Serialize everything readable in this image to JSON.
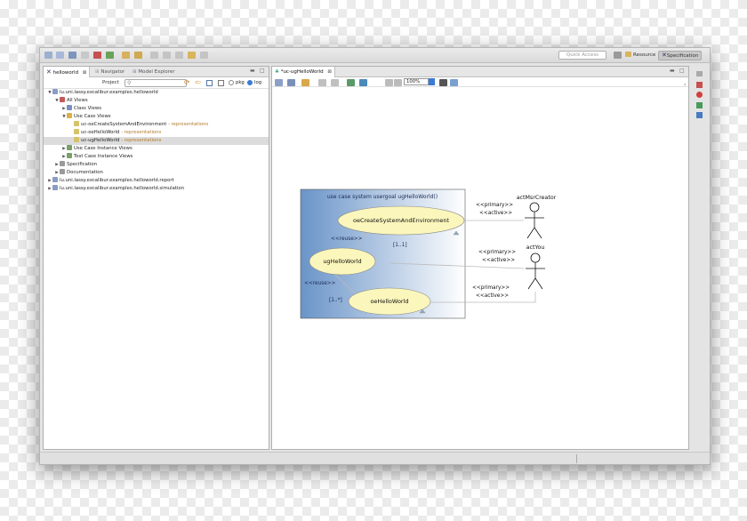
{
  "toolbar": {
    "quick_access_placeholder": "Quick Access",
    "perspectives": [
      {
        "label": "Resource"
      },
      {
        "label": "Specification"
      }
    ]
  },
  "left_pane": {
    "tabs": [
      {
        "label": "helloworld"
      },
      {
        "label": "Navigator"
      },
      {
        "label": "Model Explorer"
      }
    ],
    "filter_label": "Project",
    "radio_options": [
      {
        "label": "pkg"
      },
      {
        "label": "log"
      }
    ],
    "tree": [
      {
        "label": "lu.uni.lassy.excalibur.examples.helloworld",
        "suffix": "",
        "indent": 0,
        "arrow": "down",
        "color": "#8a9cc4"
      },
      {
        "label": "All Views",
        "suffix": "",
        "indent": 1,
        "arrow": "down",
        "color": "#c35a5a"
      },
      {
        "label": "Class Views",
        "suffix": "",
        "indent": 2,
        "arrow": "right",
        "color": "#7a8fbf"
      },
      {
        "label": "Use Case Views",
        "suffix": "",
        "indent": 2,
        "arrow": "down",
        "color": "#d9b04a"
      },
      {
        "label": "uc-oeCreateSystemAndEnvironment",
        "suffix": " - representations",
        "indent": 3,
        "arrow": "",
        "color": "#d6c26a"
      },
      {
        "label": "uc-oeHelloWorld",
        "suffix": " - representations",
        "indent": 3,
        "arrow": "",
        "color": "#d6c26a"
      },
      {
        "label": "uc-ugHelloWorld",
        "suffix": " - representations",
        "indent": 3,
        "arrow": "",
        "color": "#d6c26a",
        "selected": true
      },
      {
        "label": "Use Case Instance Views",
        "suffix": "",
        "indent": 2,
        "arrow": "right",
        "color": "#7aa06a"
      },
      {
        "label": "Test Case Instance Views",
        "suffix": "",
        "indent": 2,
        "arrow": "right",
        "color": "#7aa06a"
      },
      {
        "label": "Specification",
        "suffix": "",
        "indent": 1,
        "arrow": "right",
        "color": "#9a9a9a"
      },
      {
        "label": "Documentation",
        "suffix": "",
        "indent": 1,
        "arrow": "right",
        "color": "#9a9a9a"
      },
      {
        "label": "lu.uni.lassy.excalibur.examples.helloworld.report",
        "suffix": "",
        "indent": 0,
        "arrow": "right",
        "color": "#8a9cc4"
      },
      {
        "label": "lu.uni.lassy.excalibur.examples.helloworld.simulation",
        "suffix": "",
        "indent": 0,
        "arrow": "right",
        "color": "#8a9cc4"
      }
    ]
  },
  "editor": {
    "tab_label": "*uc-ugHelloWorld",
    "zoom": "100%"
  },
  "diagram": {
    "system_title": "use case system usergoal ugHelloWorld()",
    "use_cases": [
      {
        "name": "oeCreateSystemAndEnvironment"
      },
      {
        "name": "ugHelloWorld"
      },
      {
        "name": "oeHelloWorld"
      }
    ],
    "actors": [
      {
        "name": "actMsrCreator"
      },
      {
        "name": "actYou"
      }
    ],
    "labels": {
      "reuse_1": "<<reuse>>",
      "reuse_2": "<<reuse>>",
      "mult_1": "[1..1]",
      "mult_2": "[1..*]",
      "primary_1": "<<primary>>",
      "active_1": "<<active>>",
      "primary_2": "<<primary>>",
      "active_2": "<<active>>",
      "primary_3": "<<primary>>",
      "active_3": "<<active>>"
    }
  }
}
